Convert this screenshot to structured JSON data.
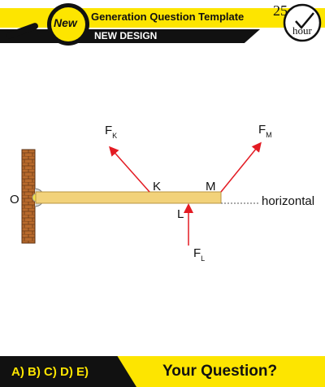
{
  "header": {
    "badge": "New",
    "title": "Generation Question Template",
    "subtitle": "NEW DESIGN",
    "clock_value": "25",
    "clock_unit": "hour"
  },
  "diagram": {
    "point_O": "O",
    "point_K": "K",
    "point_M": "M",
    "point_L": "L",
    "horizontal_label": "horizontal",
    "force_K": {
      "main": "F",
      "sub": "K"
    },
    "force_M": {
      "main": "F",
      "sub": "M"
    },
    "force_L": {
      "main": "F",
      "sub": "L"
    }
  },
  "footer": {
    "answers": "A) B) C) D) E)",
    "question": "Your Question?"
  },
  "colors": {
    "yellow": "#fde500",
    "black": "#111111",
    "arrow": "#e31b23",
    "rod": "#f2d27a",
    "brick": "#b86a2c"
  }
}
